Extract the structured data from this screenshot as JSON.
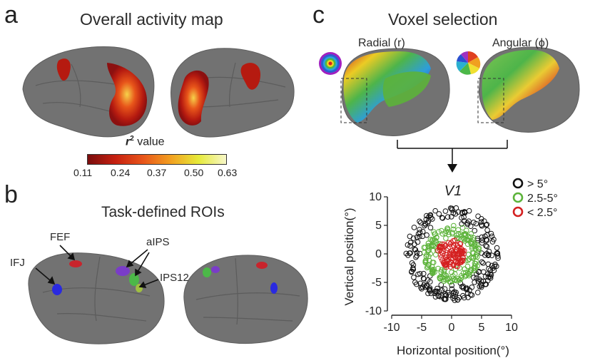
{
  "panels": {
    "a": {
      "letter": "a",
      "title": "Overall activity map",
      "colorbar": {
        "label_symbol": "r",
        "label_sup": "2",
        "label_text": " value",
        "ticks": [
          "0.11",
          "0.24",
          "0.37",
          "0.50",
          "0.63"
        ],
        "colors": [
          "#7a0d0d",
          "#c62010",
          "#e8551a",
          "#f2a020",
          "#e6ea3a",
          "#f7f7c8"
        ]
      }
    },
    "b": {
      "letter": "b",
      "title": "Task-defined ROIs",
      "rois": {
        "fef": "FEF",
        "ifj": "IFJ",
        "aips": "aIPS",
        "ips12": "IPS12"
      }
    },
    "c": {
      "letter": "c",
      "title": "Voxel selection",
      "radial_label": "Radial (r)",
      "angular_label": "Angular (ϕ)"
    }
  },
  "chart_data": {
    "type": "scatter",
    "title": "V1",
    "xlabel": "Horizontal position(°)",
    "ylabel": "Vertical position(°)",
    "xlim": [
      -10,
      10
    ],
    "ylim": [
      -10,
      10
    ],
    "xticks": [
      "-10",
      "-5",
      "0",
      "5",
      "10"
    ],
    "yticks": [
      "10",
      "5",
      "0",
      "-5",
      "-10"
    ],
    "legend_position": "top-right",
    "series": [
      {
        "name": "> 5°",
        "color": "#111111",
        "r_min": 5.0,
        "r_max": 8.2,
        "count": 230
      },
      {
        "name": "2.5-5°",
        "color": "#5cb33a",
        "r_min": 2.5,
        "r_max": 5.0,
        "count": 190
      },
      {
        "name": "< 2.5°",
        "color": "#d42020",
        "r_min": 0.0,
        "r_max": 2.5,
        "count": 110
      }
    ]
  }
}
